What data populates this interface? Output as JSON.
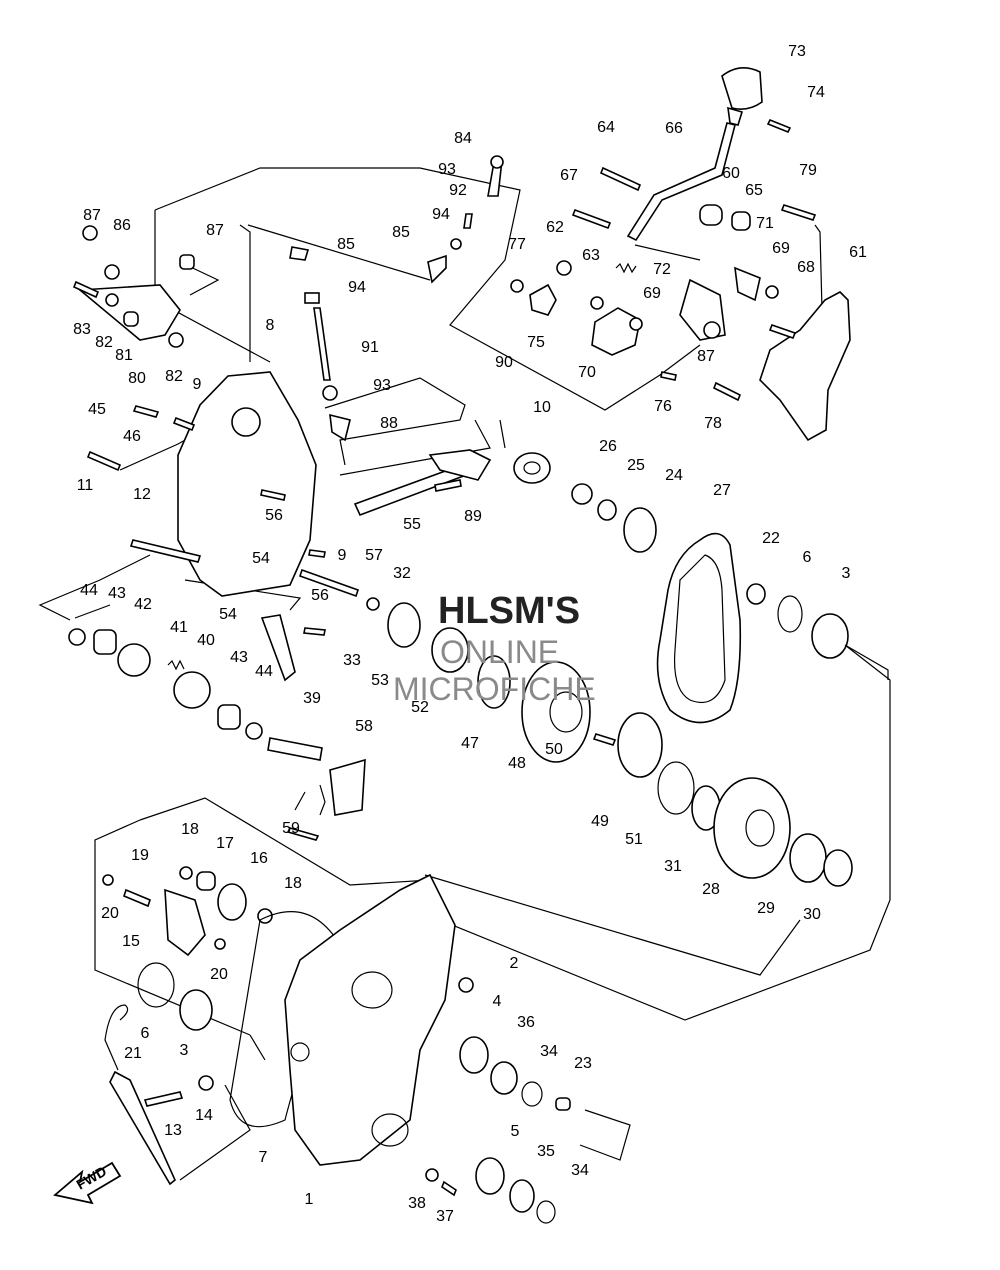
{
  "watermark": {
    "line1": "HLSM'S",
    "line2": "ONLINE",
    "line3": "MICROFICHE"
  },
  "fwd_label": "FWD",
  "labels": [
    {
      "text": "73"
    },
    {
      "text": "74"
    },
    {
      "text": "64"
    },
    {
      "text": "66"
    },
    {
      "text": "84"
    },
    {
      "text": "67"
    },
    {
      "text": "60"
    },
    {
      "text": "65"
    },
    {
      "text": "79"
    },
    {
      "text": "93"
    },
    {
      "text": "92"
    },
    {
      "text": "71"
    },
    {
      "text": "94"
    },
    {
      "text": "62"
    },
    {
      "text": "85"
    },
    {
      "text": "87"
    },
    {
      "text": "86"
    },
    {
      "text": "87"
    },
    {
      "text": "85"
    },
    {
      "text": "77"
    },
    {
      "text": "63"
    },
    {
      "text": "72"
    },
    {
      "text": "69"
    },
    {
      "text": "68"
    },
    {
      "text": "61"
    },
    {
      "text": "94"
    },
    {
      "text": "69"
    },
    {
      "text": "83"
    },
    {
      "text": "82"
    },
    {
      "text": "81"
    },
    {
      "text": "75"
    },
    {
      "text": "8"
    },
    {
      "text": "87"
    },
    {
      "text": "91"
    },
    {
      "text": "70"
    },
    {
      "text": "80"
    },
    {
      "text": "82"
    },
    {
      "text": "90"
    },
    {
      "text": "93"
    },
    {
      "text": "76"
    },
    {
      "text": "9"
    },
    {
      "text": "78"
    },
    {
      "text": "45"
    },
    {
      "text": "10"
    },
    {
      "text": "46"
    },
    {
      "text": "88"
    },
    {
      "text": "26"
    },
    {
      "text": "25"
    },
    {
      "text": "24"
    },
    {
      "text": "11"
    },
    {
      "text": "27"
    },
    {
      "text": "12"
    },
    {
      "text": "89"
    },
    {
      "text": "55"
    },
    {
      "text": "56"
    },
    {
      "text": "57"
    },
    {
      "text": "22"
    },
    {
      "text": "9"
    },
    {
      "text": "6"
    },
    {
      "text": "54"
    },
    {
      "text": "3"
    },
    {
      "text": "32"
    },
    {
      "text": "44"
    },
    {
      "text": "43"
    },
    {
      "text": "42"
    },
    {
      "text": "56"
    },
    {
      "text": "54"
    },
    {
      "text": "41"
    },
    {
      "text": "40"
    },
    {
      "text": "33"
    },
    {
      "text": "53"
    },
    {
      "text": "43"
    },
    {
      "text": "44"
    },
    {
      "text": "52"
    },
    {
      "text": "39"
    },
    {
      "text": "58"
    },
    {
      "text": "47"
    },
    {
      "text": "50"
    },
    {
      "text": "48"
    },
    {
      "text": "49"
    },
    {
      "text": "59"
    },
    {
      "text": "51"
    },
    {
      "text": "31"
    },
    {
      "text": "18"
    },
    {
      "text": "17"
    },
    {
      "text": "19"
    },
    {
      "text": "16"
    },
    {
      "text": "28"
    },
    {
      "text": "18"
    },
    {
      "text": "29"
    },
    {
      "text": "20"
    },
    {
      "text": "30"
    },
    {
      "text": "15"
    },
    {
      "text": "20"
    },
    {
      "text": "2"
    },
    {
      "text": "6"
    },
    {
      "text": "4"
    },
    {
      "text": "36"
    },
    {
      "text": "3"
    },
    {
      "text": "34"
    },
    {
      "text": "21"
    },
    {
      "text": "23"
    },
    {
      "text": "14"
    },
    {
      "text": "13"
    },
    {
      "text": "7"
    },
    {
      "text": "5"
    },
    {
      "text": "35"
    },
    {
      "text": "34"
    },
    {
      "text": "1"
    },
    {
      "text": "38"
    },
    {
      "text": "37"
    }
  ]
}
